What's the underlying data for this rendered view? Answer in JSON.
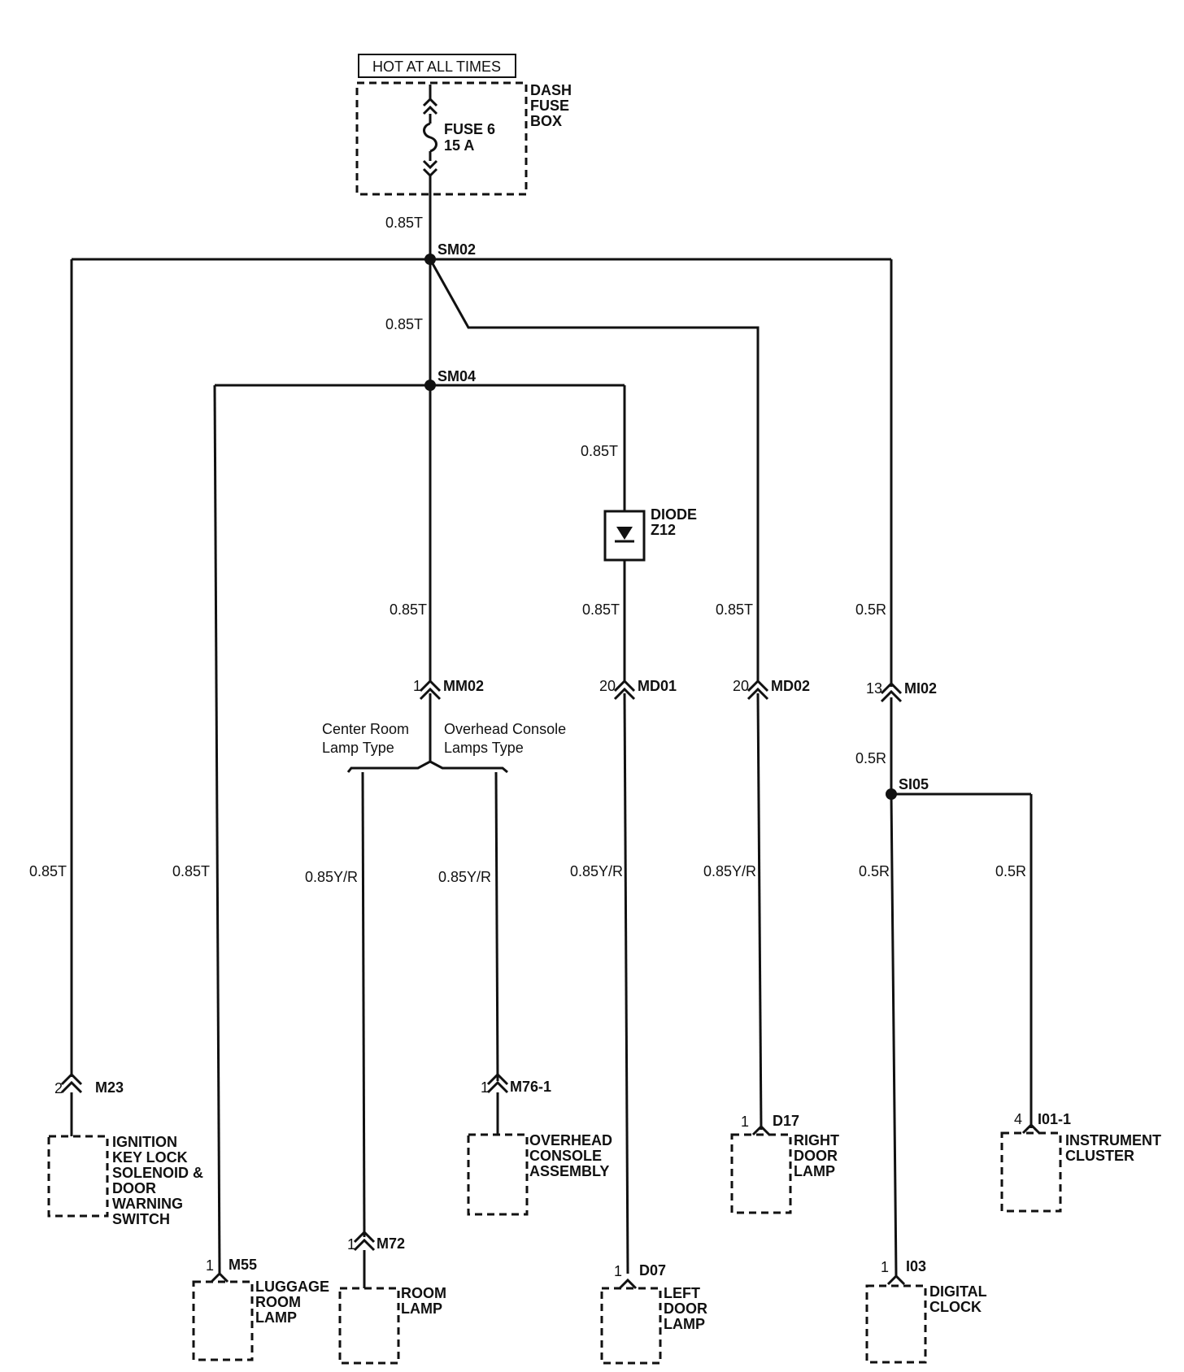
{
  "header": {
    "hot_label": "HOT AT ALL TIMES",
    "fuse_box_label": [
      "DASH",
      "FUSE",
      "BOX"
    ],
    "fuse_label": [
      "FUSE 6",
      "15 A"
    ]
  },
  "splices": {
    "sm02": "SM02",
    "sm04": "SM04",
    "si05": "SI05"
  },
  "wire_labels": {
    "fuse_out": "0.85T",
    "sm02_sm04": "0.85T",
    "sm04_diode": "0.85T",
    "m23_wire": "0.85T",
    "m55_wire": "0.85T",
    "mm02_wire": "0.85T",
    "diode_out": "0.85T",
    "md02_in": "0.85T",
    "mi02_in": "0.5R",
    "mi02_out": "0.5R",
    "m72_wire": "0.85Y/R",
    "m76_wire": "0.85Y/R",
    "md01_out": "0.85Y/R",
    "md02_out": "0.85Y/R",
    "i03_wire": "0.5R",
    "i01_wire": "0.5R"
  },
  "diode": {
    "label": [
      "DIODE",
      "Z12"
    ]
  },
  "connectors": {
    "mm02": {
      "pin": "1",
      "name": "MM02"
    },
    "md01": {
      "pin": "20",
      "name": "MD01"
    },
    "md02": {
      "pin": "20",
      "name": "MD02"
    },
    "mi02": {
      "pin": "13",
      "name": "MI02"
    },
    "m23": {
      "pin": "2",
      "name": "M23"
    },
    "m76": {
      "pin": "1",
      "name": "M76-1"
    },
    "d17": {
      "pin": "1",
      "name": "D17"
    },
    "i01": {
      "pin": "4",
      "name": "I01-1"
    },
    "m55": {
      "pin": "1",
      "name": "M55"
    },
    "m72": {
      "pin": "1",
      "name": "M72"
    },
    "d07": {
      "pin": "1",
      "name": "D07"
    },
    "i03": {
      "pin": "1",
      "name": "I03"
    }
  },
  "options": {
    "center": [
      "Center Room",
      "Lamp Type"
    ],
    "overhead": [
      "Overhead Console",
      "Lamps Type"
    ]
  },
  "components": {
    "ignition": [
      "IGNITION",
      "KEY LOCK",
      "SOLENOID &",
      "DOOR",
      "WARNING",
      "SWITCH"
    ],
    "overhead_console": [
      "OVERHEAD",
      "CONSOLE",
      "ASSEMBLY"
    ],
    "right_door": [
      "RIGHT",
      "DOOR",
      "LAMP"
    ],
    "instrument": [
      "INSTRUMENT",
      "CLUSTER"
    ],
    "luggage": [
      "LUGGAGE",
      "ROOM",
      "LAMP"
    ],
    "room_lamp": [
      "ROOM",
      "LAMP"
    ],
    "left_door": [
      "LEFT",
      "DOOR",
      "LAMP"
    ],
    "digital_clock": [
      "DIGITAL",
      "CLOCK"
    ]
  }
}
